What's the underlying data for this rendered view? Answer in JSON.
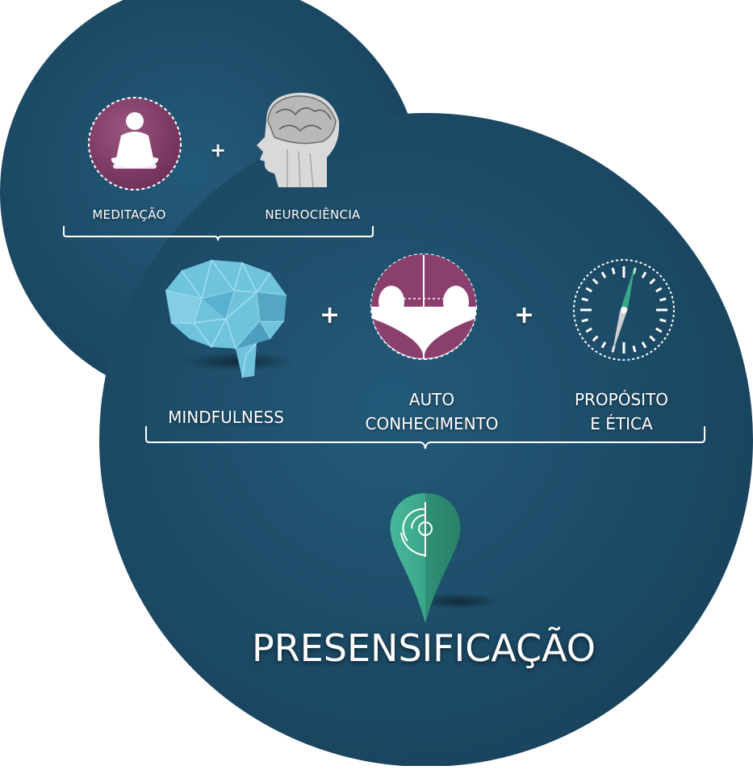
{
  "top": {
    "items": [
      {
        "label": "MEDITAÇÃO",
        "icon": "meditation-icon"
      },
      {
        "label": "NEUROCIÊNCIA",
        "icon": "brain-head-icon"
      }
    ],
    "operator": "+"
  },
  "middle": {
    "items": [
      {
        "label": "MINDFULNESS",
        "icon": "polygon-brain-icon"
      },
      {
        "label_line1": "AUTO",
        "label_line2": "CONHECIMENTO",
        "icon": "self-knowledge-icon"
      },
      {
        "label_line1": "PROPÓSITO",
        "label_line2": "E ÉTICA",
        "icon": "compass-icon"
      }
    ],
    "operator": "+"
  },
  "result": {
    "title": "PRESENSIFICAÇÃO",
    "icon": "location-pin-icon"
  },
  "colors": {
    "background": "#1d4e6b",
    "purple": "#8a3f6d",
    "teal": "#3aa68a",
    "brain": "#6fc3dd"
  }
}
